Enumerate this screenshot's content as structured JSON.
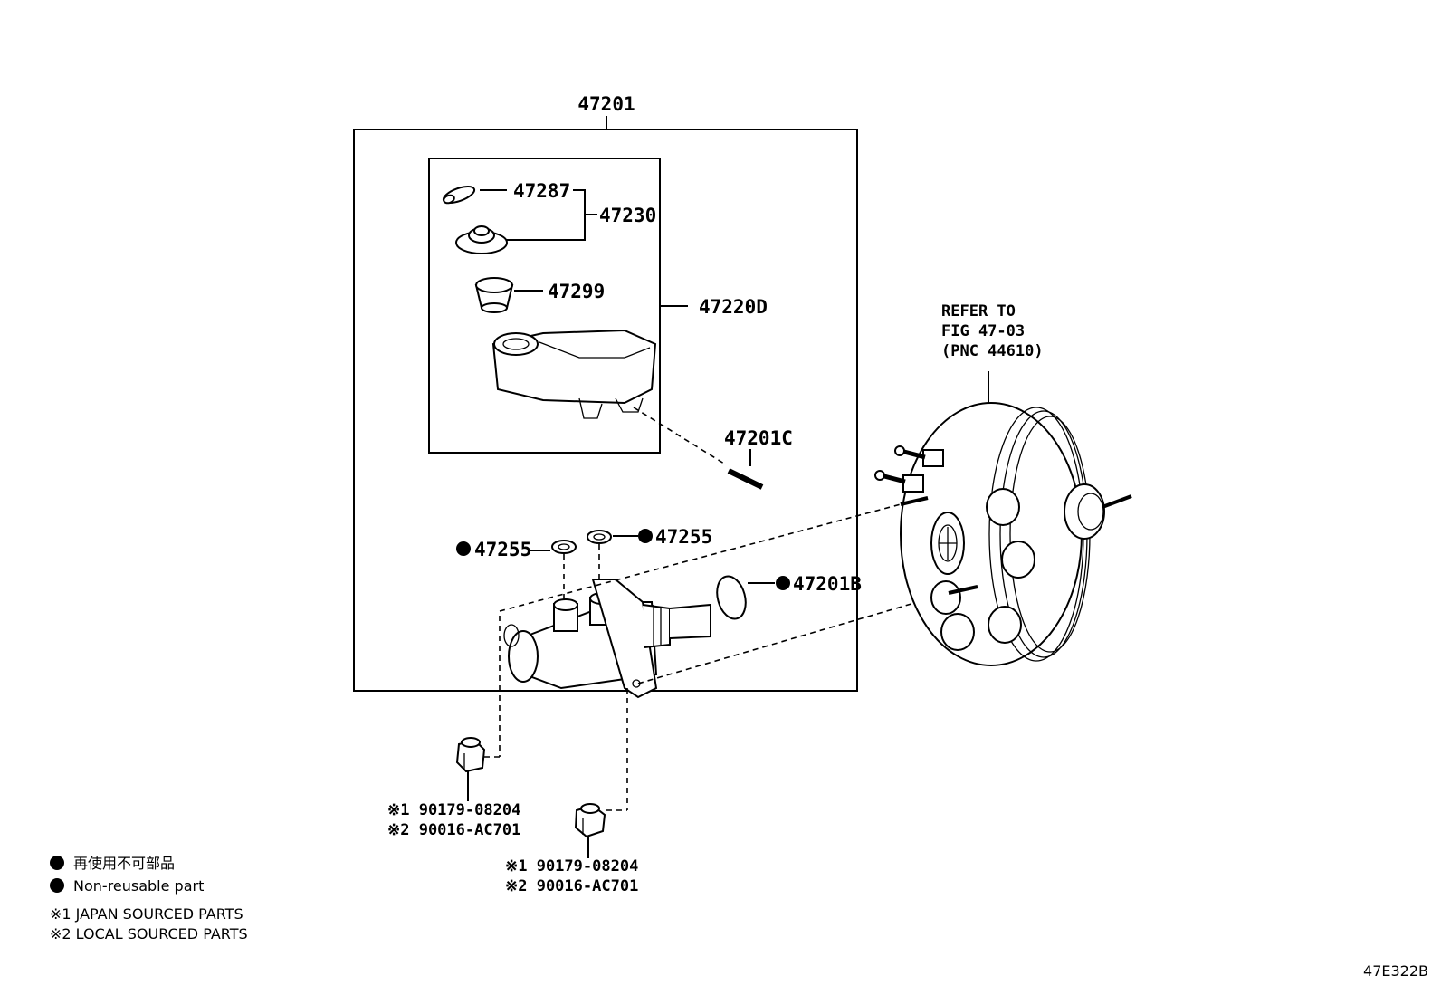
{
  "diagram": {
    "labels": {
      "assembly": "47201",
      "seal_ring": "47287",
      "cap_assy": "47230",
      "strainer": "47299",
      "reservoir_sub_assy": "47220D",
      "pin": "47201C",
      "grommet_left": "47255",
      "grommet_right": "47255",
      "o_ring": "47201B"
    },
    "refer": {
      "line1": "REFER TO",
      "line2": "FIG 47-03",
      "line3": "(PNC 44610)"
    },
    "nut_left": {
      "line1": "※1 90179-08204",
      "line2": "※2 90016-AC701"
    },
    "nut_right": {
      "line1": "※1 90179-08204",
      "line2": "※2 90016-AC701"
    },
    "legend": {
      "non_reusable_jp": "再使用不可部品",
      "non_reusable_en": "Non-reusable part",
      "note1": "※1 JAPAN SOURCED PARTS",
      "note2": "※2 LOCAL SOURCED PARTS"
    },
    "figure_code": "47E322B"
  }
}
